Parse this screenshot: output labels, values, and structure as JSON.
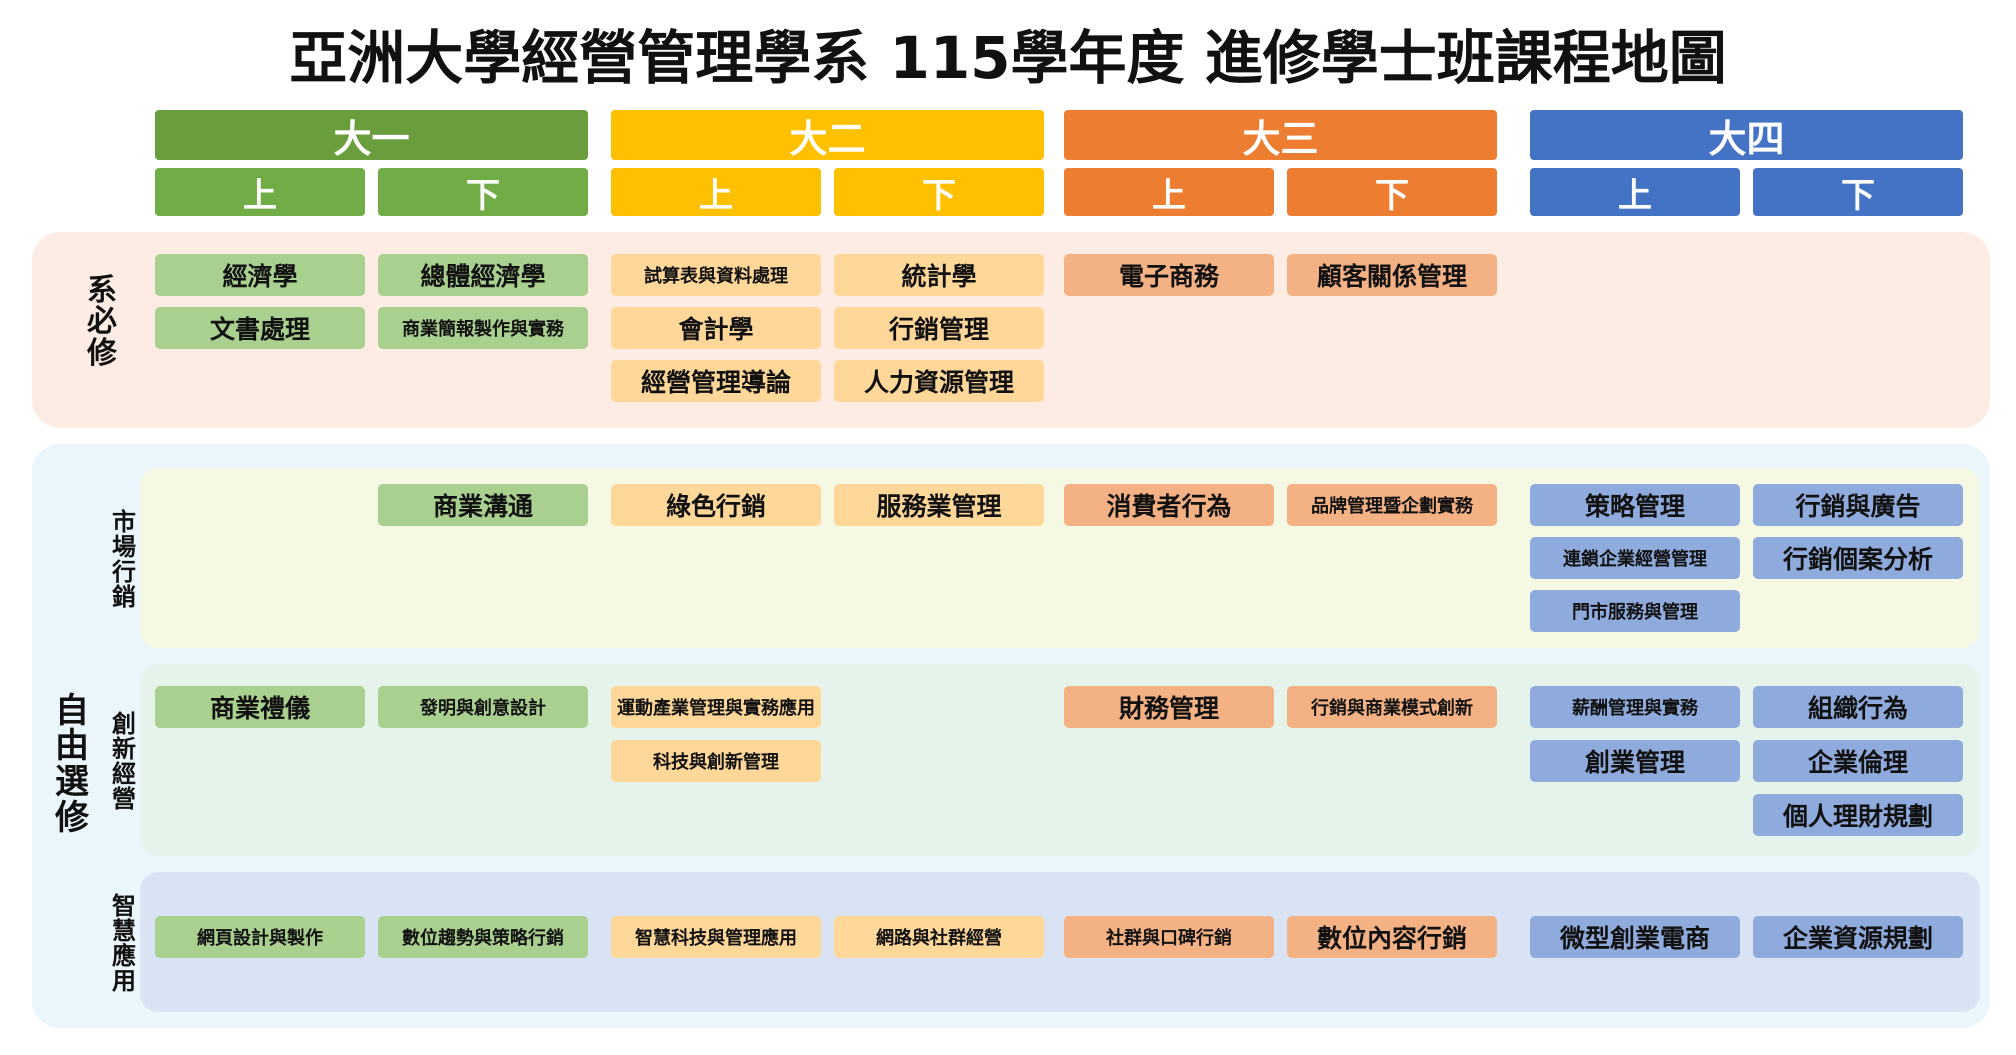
{
  "title": "亞洲大學經營管理學系 115學年度 進修學士班課程地圖",
  "colors": {
    "year1": "#6a9e3c",
    "year2": "#ffc000",
    "year3": "#ed7d31",
    "year4": "#4472c4",
    "sem1": "#70ad47",
    "sem2": "#ffc000",
    "sem3": "#ed7d31",
    "sem4": "#4472c4",
    "course1": "#a9d08e",
    "course2": "#ffd899",
    "course3": "#f4b183",
    "course4": "#8faadc",
    "required_bg": "#fdece3",
    "elective_bg": "#eaf5fc",
    "market_bg": "#f5f9e4",
    "innov_bg": "#e6f3ea",
    "smart_bg": "#d9e3f3"
  },
  "years": [
    {
      "label": "大一",
      "semesters": [
        "上",
        "下"
      ]
    },
    {
      "label": "大二",
      "semesters": [
        "上",
        "下"
      ]
    },
    {
      "label": "大三",
      "semesters": [
        "上",
        "下"
      ]
    },
    {
      "label": "大四",
      "semesters": [
        "上",
        "下"
      ]
    }
  ],
  "required": {
    "label": [
      "系",
      "必",
      "修"
    ],
    "columns": [
      [
        "經濟學",
        "文書處理"
      ],
      [
        "總體經濟學",
        "商業簡報製作與實務"
      ],
      [
        "試算表與資料處理",
        "會計學",
        "經營管理導論"
      ],
      [
        "統計學",
        "行銷管理",
        "人力資源管理"
      ],
      [
        "電子商務"
      ],
      [
        "顧客關係管理"
      ],
      [],
      []
    ]
  },
  "elective": {
    "label": [
      "自",
      "由",
      "選",
      "修"
    ],
    "tracks": [
      {
        "label": [
          "市",
          "場",
          "行",
          "銷"
        ],
        "columns": [
          [],
          [
            "商業溝通"
          ],
          [
            "綠色行銷"
          ],
          [
            "服務業管理"
          ],
          [
            "消費者行為"
          ],
          [
            "品牌管理暨企劃實務"
          ],
          [
            "策略管理",
            "連鎖企業經營管理",
            "門市服務與管理"
          ],
          [
            "行銷與廣告",
            "行銷個案分析"
          ]
        ]
      },
      {
        "label": [
          "創",
          "新",
          "經",
          "營"
        ],
        "columns": [
          [
            "商業禮儀"
          ],
          [
            "發明與創意設計"
          ],
          [
            "運動產業管理與實務應用",
            "科技與創新管理"
          ],
          [],
          [
            "財務管理"
          ],
          [
            "行銷與商業模式創新"
          ],
          [
            "薪酬管理與實務",
            "創業管理"
          ],
          [
            "組織行為",
            "企業倫理",
            "個人理財規劃"
          ]
        ]
      },
      {
        "label": [
          "智",
          "慧",
          "應",
          "用"
        ],
        "columns": [
          [
            "網頁設計與製作"
          ],
          [
            "數位趨勢與策略行銷"
          ],
          [
            "智慧科技與管理應用"
          ],
          [
            "網路與社群經營"
          ],
          [
            "社群與口碑行銷"
          ],
          [
            "數位內容行銷"
          ],
          [
            "微型創業電商"
          ],
          [
            "企業資源規劃"
          ]
        ]
      }
    ]
  }
}
